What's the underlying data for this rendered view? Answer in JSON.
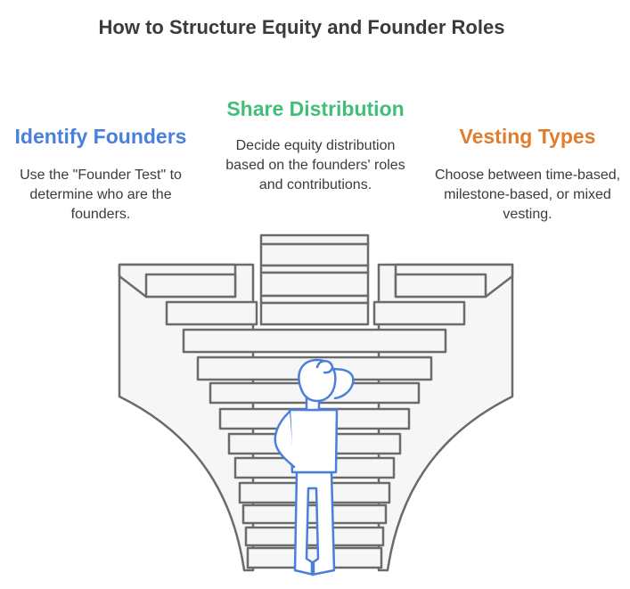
{
  "title": "How to Structure Equity and Founder Roles",
  "columns": [
    {
      "heading": "Identify Founders",
      "text": "Use the \"Founder Test\" to determine who are the founders.",
      "color": "#4a7fdc"
    },
    {
      "heading": "Share Distribution",
      "text": "Decide equity distribution based on the founders' roles and contributions.",
      "color": "#41bf78"
    },
    {
      "heading": "Vesting Types",
      "text": "Choose between time-based, milestone-based, or mixed vesting.",
      "color": "#e07d2e"
    }
  ],
  "colors": {
    "stairs_stroke": "#6b6b6b",
    "stairs_fill": "#f6f6f6",
    "person_stroke": "#4a7fdc",
    "title_text": "#3b3b3b"
  },
  "icons": [
    "stairway-diagram",
    "person-thinking-icon"
  ]
}
